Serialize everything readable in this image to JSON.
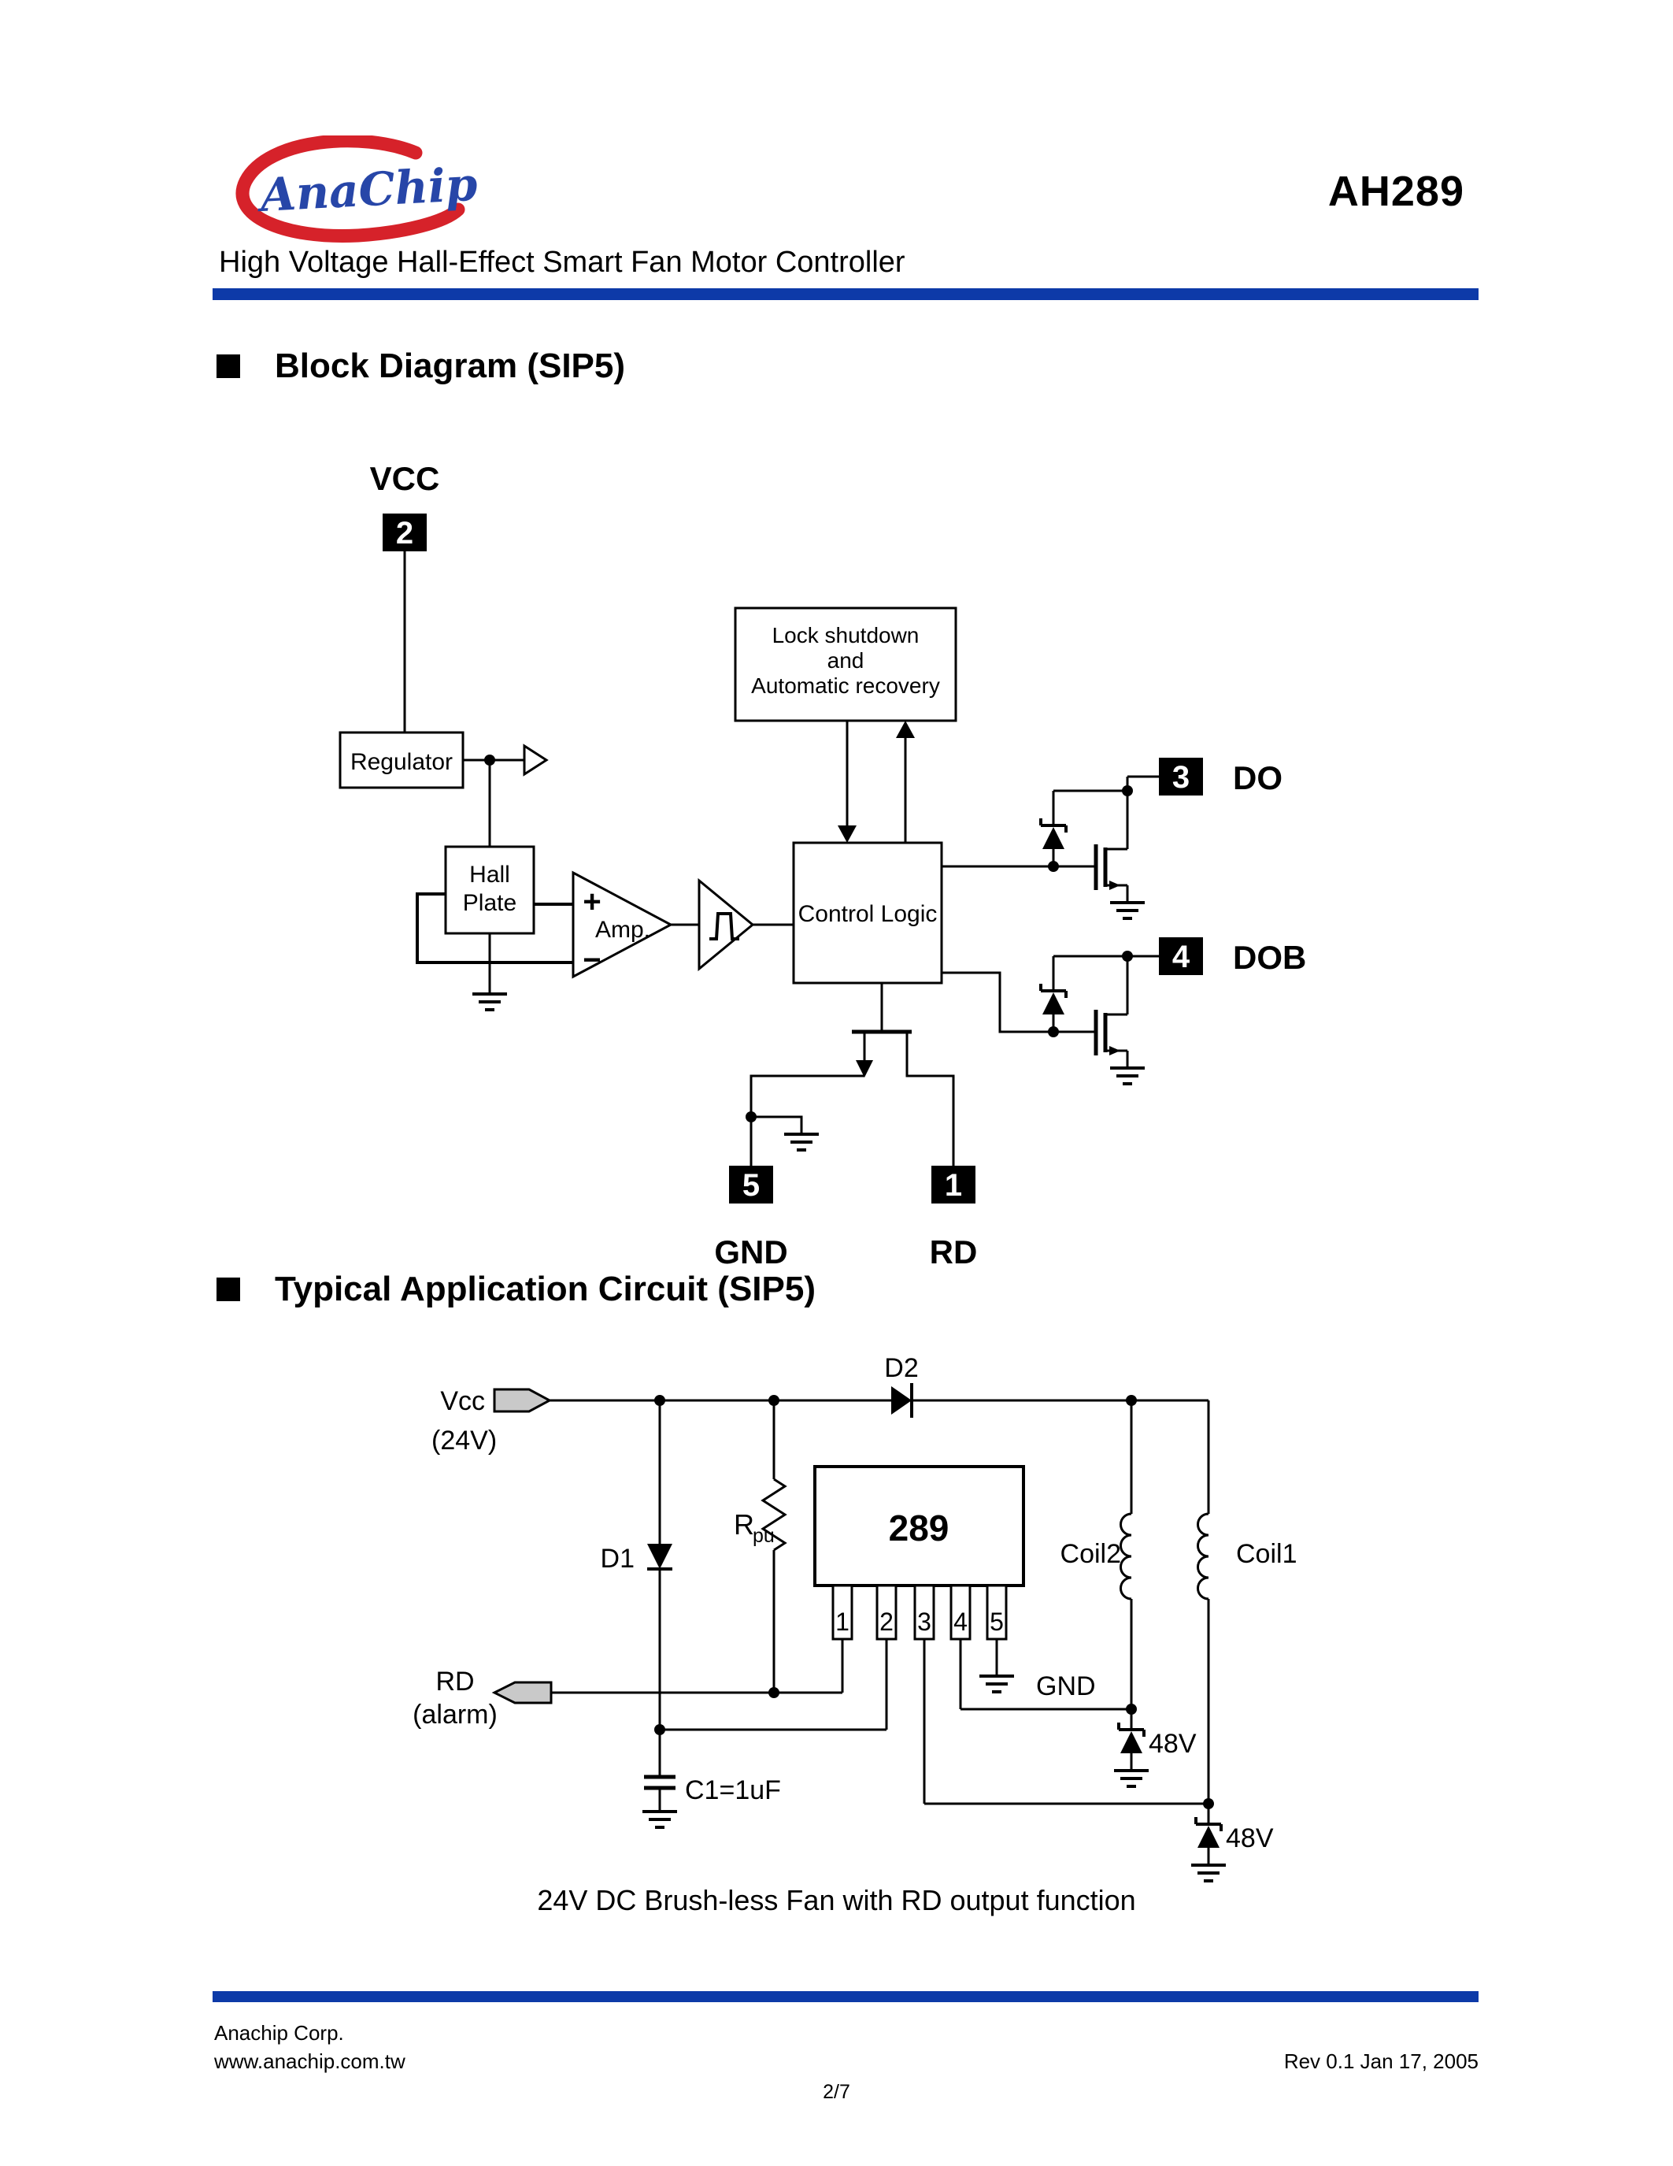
{
  "header": {
    "brand": "AnaChip",
    "part": "AH289",
    "subtitle": "High Voltage Hall-Effect Smart Fan Motor Controller"
  },
  "sections": {
    "block_diagram_title": "Block Diagram (SIP5)",
    "application_title": "Typical Application Circuit (SIP5)"
  },
  "block_diagram": {
    "pins": {
      "vcc": {
        "number": "2",
        "label": "VCC"
      },
      "do": {
        "number": "3",
        "label": "DO"
      },
      "dob": {
        "number": "4",
        "label": "DOB"
      },
      "gnd": {
        "number": "5",
        "label": "GND"
      },
      "rd": {
        "number": "1",
        "label": "RD"
      }
    },
    "blocks": {
      "lock_line1": "Lock shutdown",
      "lock_line2": "and",
      "lock_line3": "Automatic recovery",
      "regulator": "Regulator",
      "hall_line1": "Hall",
      "hall_line2": "Plate",
      "amp_plus": "+",
      "amp_label": "Amp.",
      "amp_minus": "−",
      "control": "Control Logic"
    }
  },
  "application_circuit": {
    "vcc": "Vcc",
    "vcc_sub": "(24V)",
    "rd": "RD",
    "rd_sub": "(alarm)",
    "d1": "D1",
    "d2": "D2",
    "rpu_r": "R",
    "rpu_sub": "pu",
    "ic": "289",
    "ic_pins": [
      "1",
      "2",
      "3",
      "4",
      "5"
    ],
    "gnd": "GND",
    "coil2": "Coil2",
    "coil1": "Coil1",
    "zener_coil2": "48V",
    "zener_coil1": "48V",
    "c1": "C1=1uF",
    "caption": "24V DC Brush-less Fan with RD output function"
  },
  "footer": {
    "company": "Anachip Corp.",
    "website": "www.anachip.com.tw",
    "revision": "Rev 0.1   Jan 17, 2005",
    "page": "2/7"
  },
  "colors": {
    "rule_blue": "#0d3aa8",
    "logo_red": "#d6222a",
    "logo_blue": "#2746a8",
    "flag_gray": "#c9c9c9"
  }
}
